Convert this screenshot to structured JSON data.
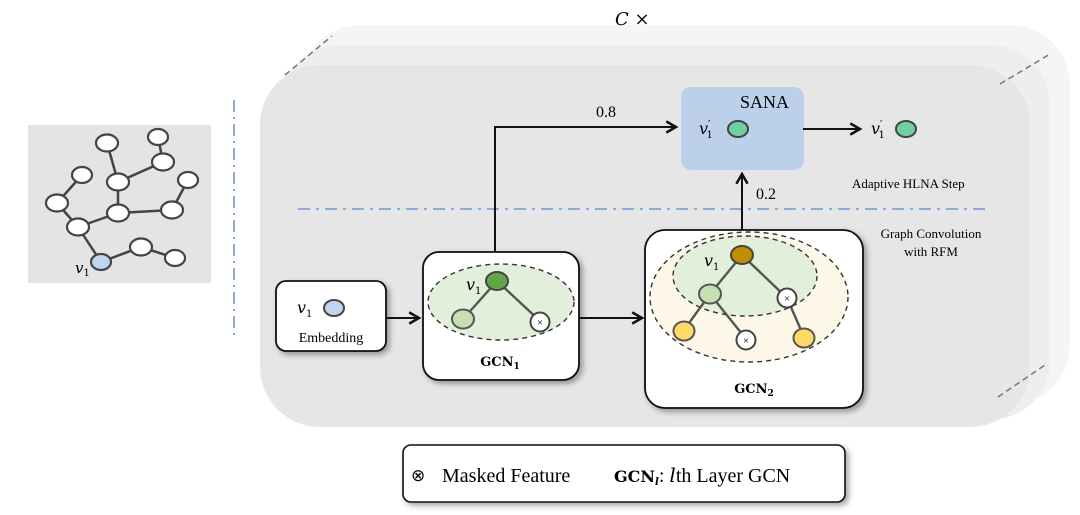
{
  "title_multiplier": "C ×",
  "input_graph": {
    "label": "v",
    "label_sub": "1"
  },
  "edges": {
    "skip_weight": "0.8",
    "gcn_weight": "0.2"
  },
  "sana": {
    "title": "SANA",
    "node_label": "v",
    "node_sub": "1",
    "node_prime": "′"
  },
  "output": {
    "node_label": "v",
    "node_sub": "1",
    "node_prime": "′"
  },
  "sections": {
    "adaptive_step": "Adaptive HLNA Step",
    "graph_conv_line1": "Graph Convolution",
    "graph_conv_line2": "with RFM"
  },
  "embedding": {
    "node_label": "v",
    "node_sub": "1",
    "caption": "Embedding"
  },
  "gcn1": {
    "node_label": "v",
    "node_sub": "1",
    "caption": "GCN",
    "caption_sub": "1"
  },
  "gcn2": {
    "node_label": "v",
    "node_sub": "1",
    "caption": "GCN",
    "caption_sub": "2"
  },
  "legend": {
    "masked_icon": "⊗",
    "masked_label": "Masked Feature",
    "gcn_label": "GCN",
    "gcn_sub": "l",
    "gcn_desc_prefix": ": ",
    "gcn_desc_var": "l",
    "gcn_desc": "th Layer GCN"
  },
  "colors": {
    "embedding_node": "#bdd7ee",
    "gcn1_center": "#5fa84a",
    "neighbor_1hop": "#c6e0b4",
    "gcn2_center": "#bf8f00",
    "neighbor_2hop": "#ffd966",
    "sana_box": "#bdd0ea",
    "sana_node": "#6fd0a0",
    "separator": "#8eaadb"
  }
}
